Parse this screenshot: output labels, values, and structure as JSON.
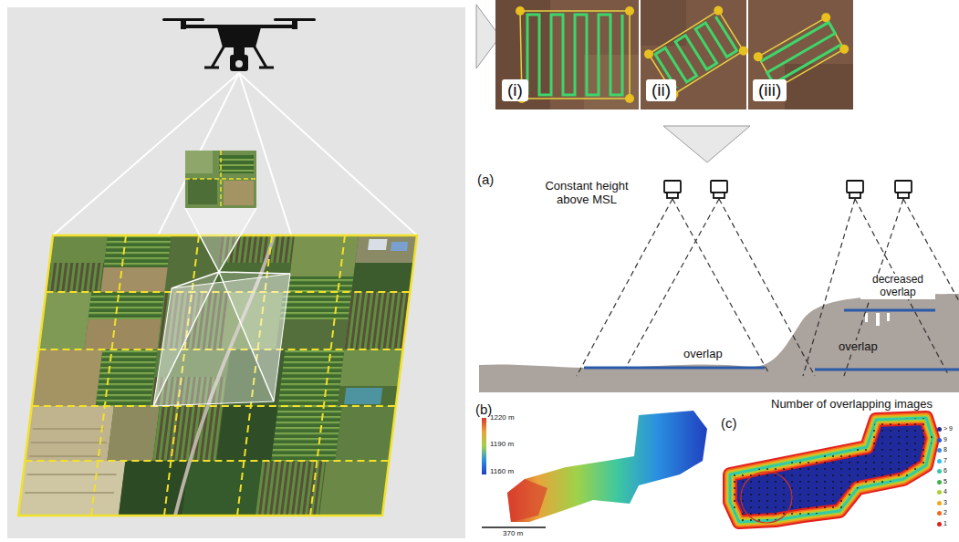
{
  "diagram": {
    "labels": [
      "(i)",
      "(ii)",
      "(iii)",
      "(a)",
      "Constant height above MSL",
      "decreased overlap",
      "overlap",
      "overlap",
      "(b)",
      "1220 m",
      "1190 m",
      "1160 m",
      "370 m",
      "(c)",
      "Number of overlapping images"
    ],
    "legend": [
      {
        "text": "> 9",
        "color": "#1f2a9c"
      },
      {
        "text": "9",
        "color": "#2456d6"
      },
      {
        "text": "8",
        "color": "#2f8fe8"
      },
      {
        "text": "7",
        "color": "#2cc4e8"
      },
      {
        "text": "6",
        "color": "#35c9a6"
      },
      {
        "text": "5",
        "color": "#3db24a"
      },
      {
        "text": "4",
        "color": "#a6d232"
      },
      {
        "text": "3",
        "color": "#f2a91e"
      },
      {
        "text": "2",
        "color": "#f06a1c"
      },
      {
        "text": "1",
        "color": "#e21d1d"
      }
    ]
  }
}
